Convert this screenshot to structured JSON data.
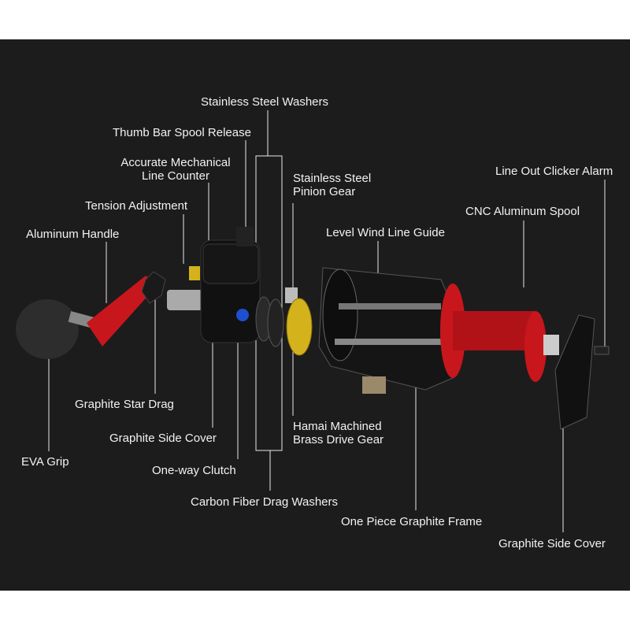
{
  "labels": {
    "stainless_washers": "Stainless Steel Washers",
    "thumb_bar": "Thumb Bar Spool Release",
    "line_counter_1": "Accurate Mechanical",
    "line_counter_2": "Line Counter",
    "tension": "Tension Adjustment",
    "handle": "Aluminum Handle",
    "pinion_1": "Stainless Steel",
    "pinion_2": "Pinion Gear",
    "level_wind": "Level Wind Line Guide",
    "spool": "CNC Aluminum Spool",
    "clicker": "Line Out Clicker Alarm",
    "star_drag": "Graphite Star Drag",
    "side_cover_left": "Graphite Side Cover",
    "eva_grip": "EVA Grip",
    "clutch": "One-way Clutch",
    "drag_washers": "Carbon Fiber Drag Washers",
    "drive_gear_1": "Hamai Machined",
    "drive_gear_2": "Brass Drive Gear",
    "frame": "One Piece Graphite Frame",
    "side_cover_right": "Graphite Side Cover"
  },
  "colors": {
    "background": "#1c1c1c",
    "accent_red": "#c8161d",
    "brass": "#d4b21c",
    "text": "#f2f2f2"
  }
}
